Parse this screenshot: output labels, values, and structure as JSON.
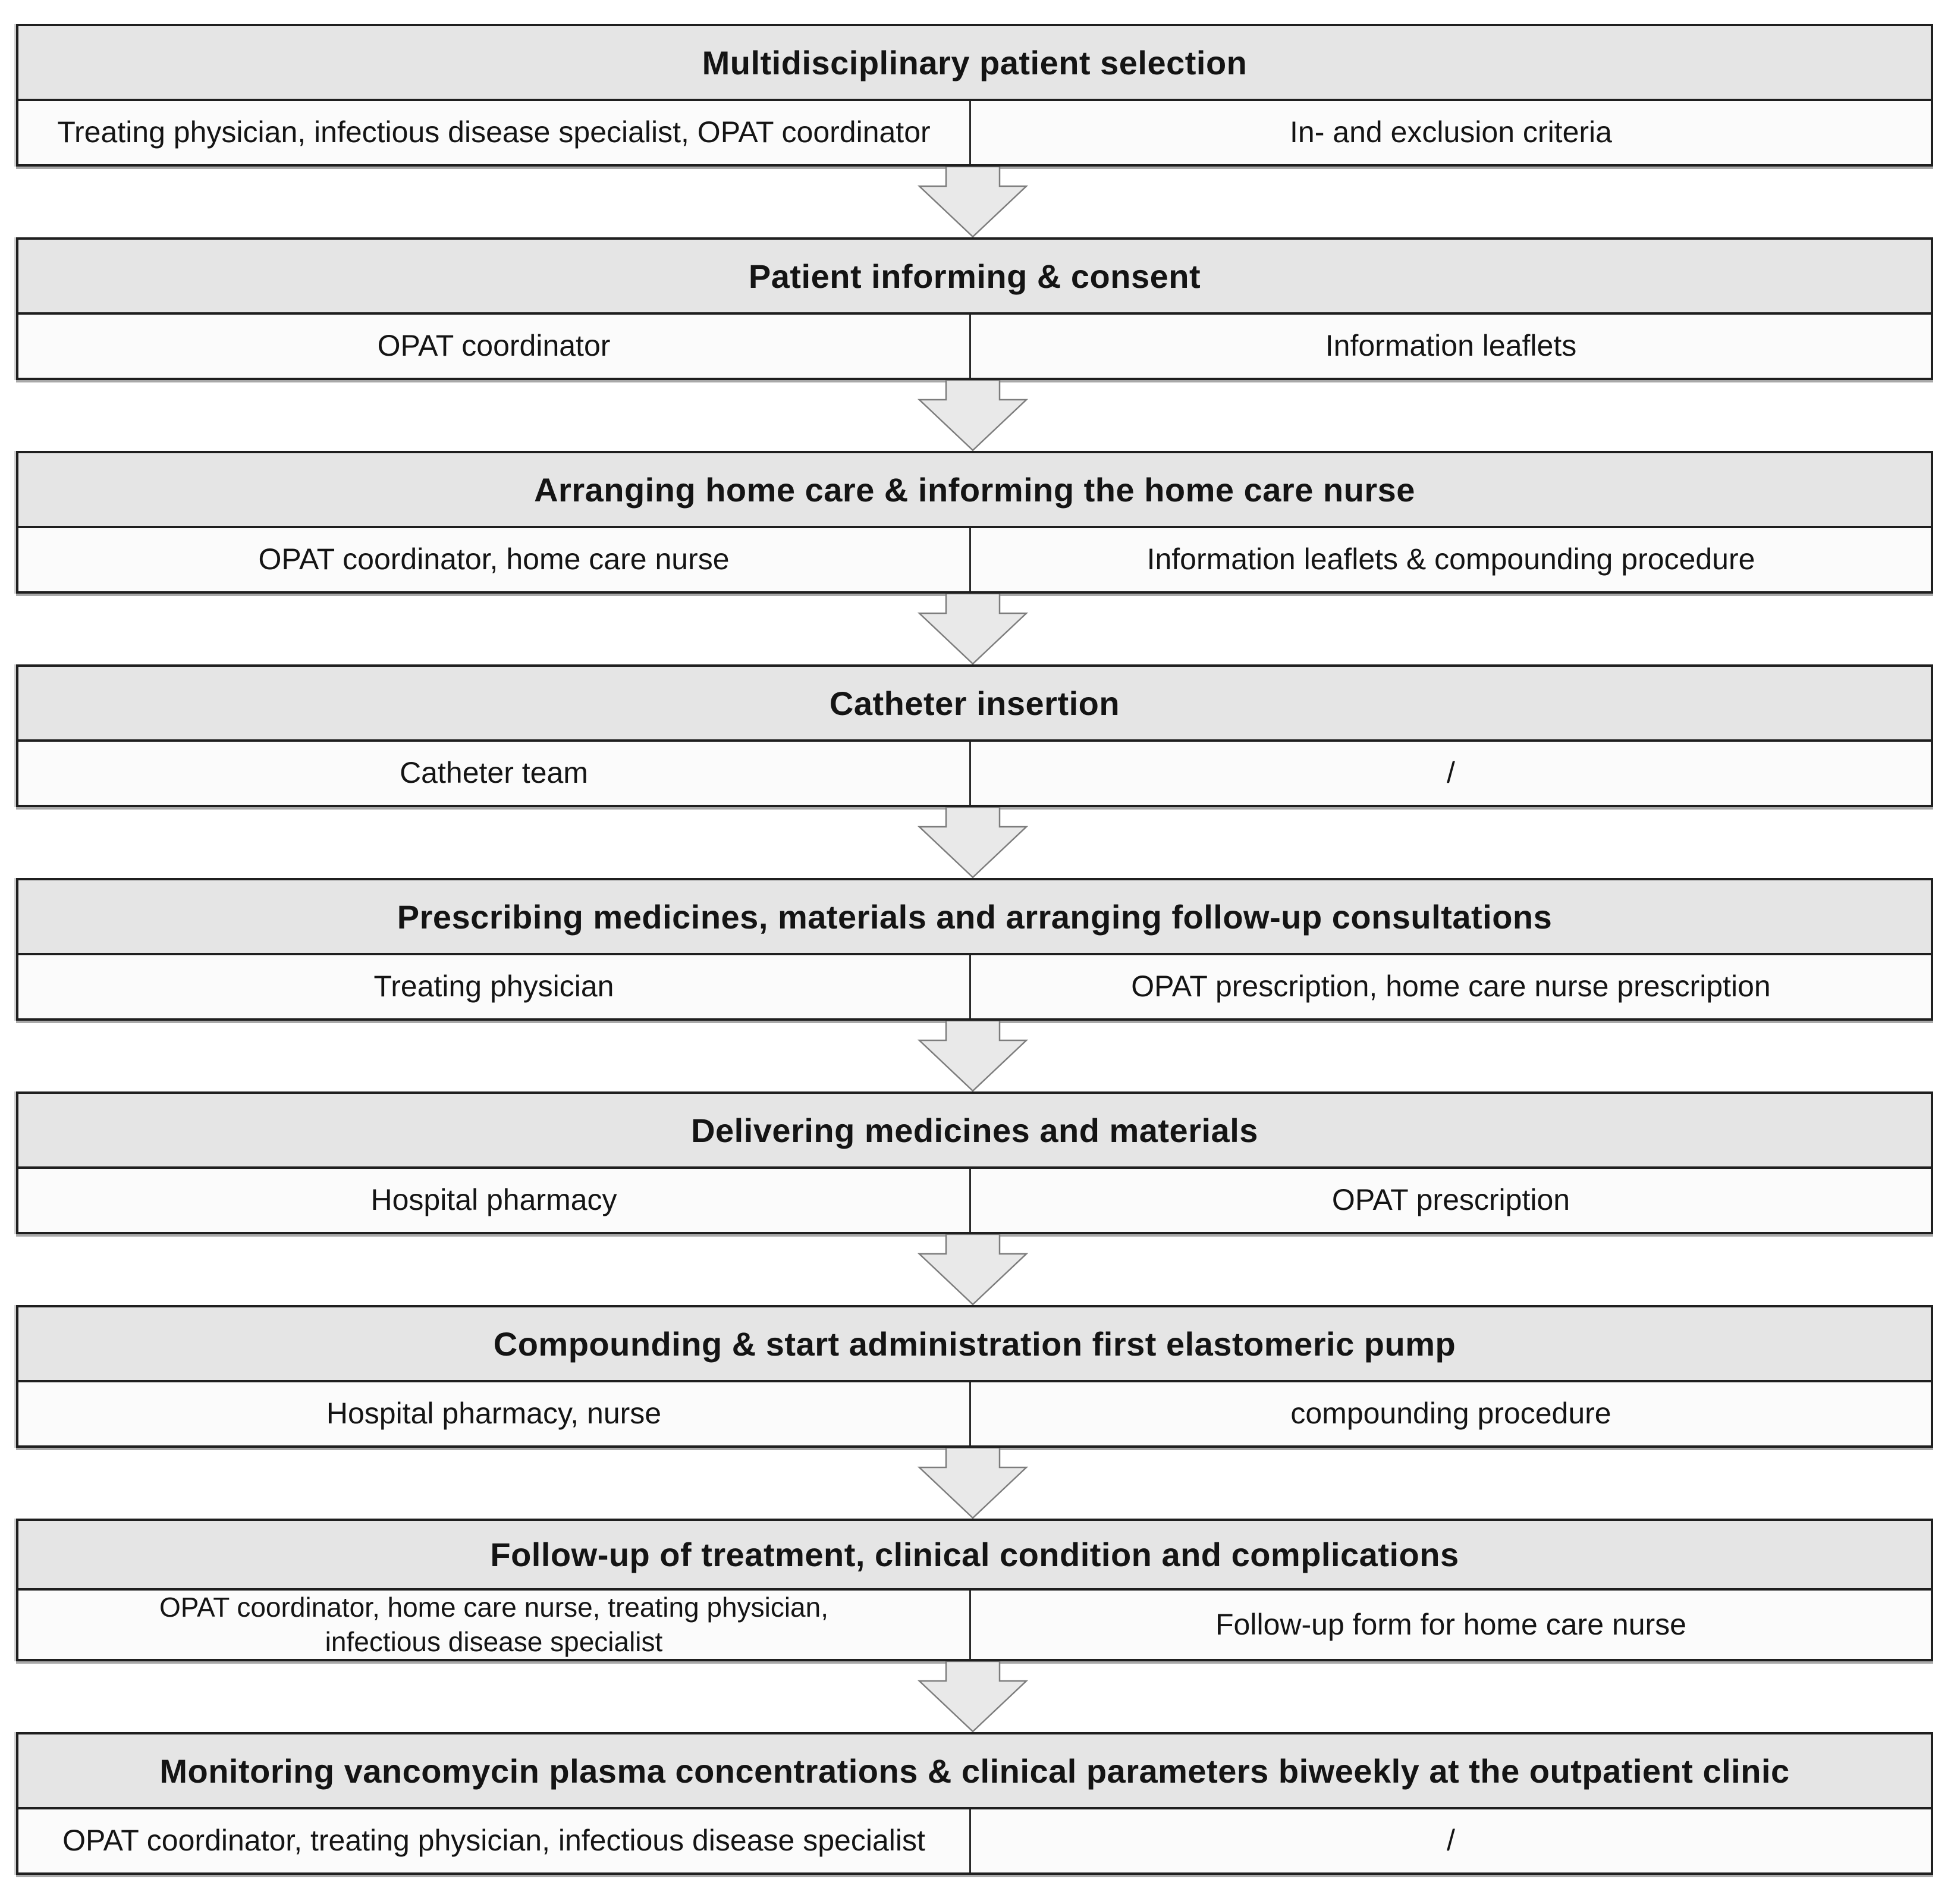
{
  "flowchart": {
    "description": "OPAT process flow diagram",
    "colors": {
      "header_bg": "#e5e5e5",
      "cell_bg": "#fbfbfb",
      "border": "#1f1f1f",
      "arrow_fill": "#e9e9e9",
      "arrow_stroke": "#7d7d7d"
    },
    "stages": [
      {
        "title": "Multidisciplinary patient selection",
        "left": "Treating physician, infectious disease specialist, OPAT coordinator",
        "right": "In- and exclusion criteria"
      },
      {
        "title": "Patient informing & consent",
        "left": "OPAT coordinator",
        "right": "Information leaflets"
      },
      {
        "title": "Arranging home care & informing the home care nurse",
        "left": "OPAT coordinator, home care nurse",
        "right": "Information leaflets & compounding procedure"
      },
      {
        "title": "Catheter insertion",
        "left": "Catheter team",
        "right": "/"
      },
      {
        "title": "Prescribing medicines, materials and arranging follow-up consultations",
        "left": "Treating physician",
        "right": "OPAT prescription, home care nurse prescription"
      },
      {
        "title": "Delivering medicines and materials",
        "left": "Hospital pharmacy",
        "right": "OPAT prescription"
      },
      {
        "title": "Compounding & start administration first elastomeric pump",
        "left": "Hospital pharmacy, nurse",
        "right": "compounding procedure"
      },
      {
        "title": "Follow-up of treatment, clinical condition and complications",
        "left": "OPAT coordinator, home care nurse, treating physician,\ninfectious disease specialist",
        "right": "Follow-up form for home care nurse"
      },
      {
        "title": "Monitoring vancomycin plasma concentrations & clinical parameters biweekly at the outpatient clinic",
        "left": "OPAT coordinator, treating physician, infectious disease specialist",
        "right": "/"
      }
    ]
  }
}
